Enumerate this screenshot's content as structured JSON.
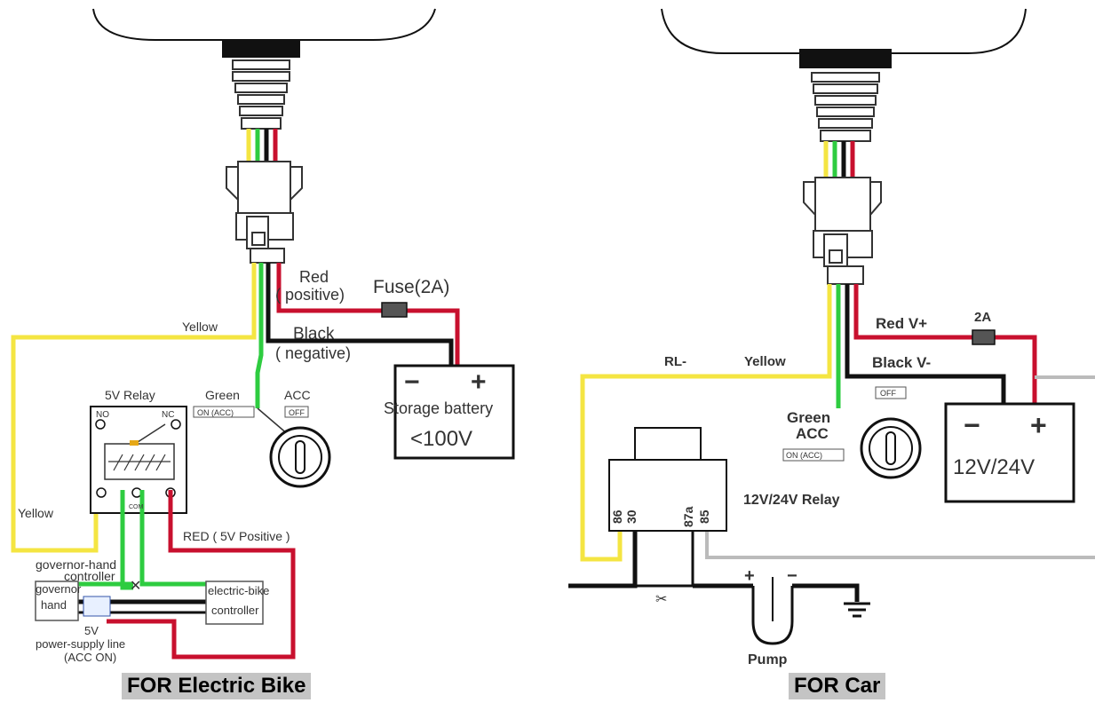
{
  "left": {
    "caption": "FOR Electric Bike",
    "red_label": "Red",
    "positive_label": "( positive)",
    "fuse_label": "Fuse(2A)",
    "yellow_label_top": "Yellow",
    "yellow_label_bottom": "Yellow",
    "black_label": "Black",
    "negative_label": "( negative)",
    "relay_title": "5V Relay",
    "relay_no": "NO",
    "relay_nc": "NC",
    "relay_com": "COM",
    "green_label": "Green",
    "green_tag": "ON (ACC)",
    "acc_label": "ACC",
    "acc_tag": "OFF",
    "battery_minus": "−",
    "battery_plus": "+",
    "battery_label": "Storage battery",
    "battery_voltage": "<100V",
    "red_5v_label": "RED ( 5V  Positive )",
    "governor_line1": "governor-hand",
    "governor_line2": "controller",
    "governor_hand_1": "governor",
    "governor_hand_2": "hand",
    "controller_1": "electric-bike",
    "controller_2": "controller",
    "psu_1": "5V",
    "psu_2": "power-supply line",
    "psu_3": "(ACC ON)"
  },
  "right": {
    "caption": "FOR Car",
    "red_label": "Red  V+",
    "fuse_label": "2A",
    "rl_label": "RL-",
    "yellow_label": "Yellow",
    "black_label": "Black  V-",
    "off_tag": "OFF",
    "green_label_1": "Green",
    "green_label_2": "ACC",
    "on_tag": "ON (ACC)",
    "relay_label": "12V/24V Relay",
    "pin_86": "86",
    "pin_30": "30",
    "pin_87a": "87a",
    "pin_85": "85",
    "battery_minus": "−",
    "battery_plus": "+",
    "battery_voltage": "12V/24V",
    "pump_plus": "+",
    "pump_minus": "−",
    "pump_label": "Pump"
  },
  "colors": {
    "red_wire": "#c8102e",
    "black_wire": "#111111",
    "green_wire": "#2ecc40",
    "yellow_wire": "#f4e542",
    "gray_wire": "#bbbbbb",
    "caption_bg": "#c4c4c4"
  }
}
